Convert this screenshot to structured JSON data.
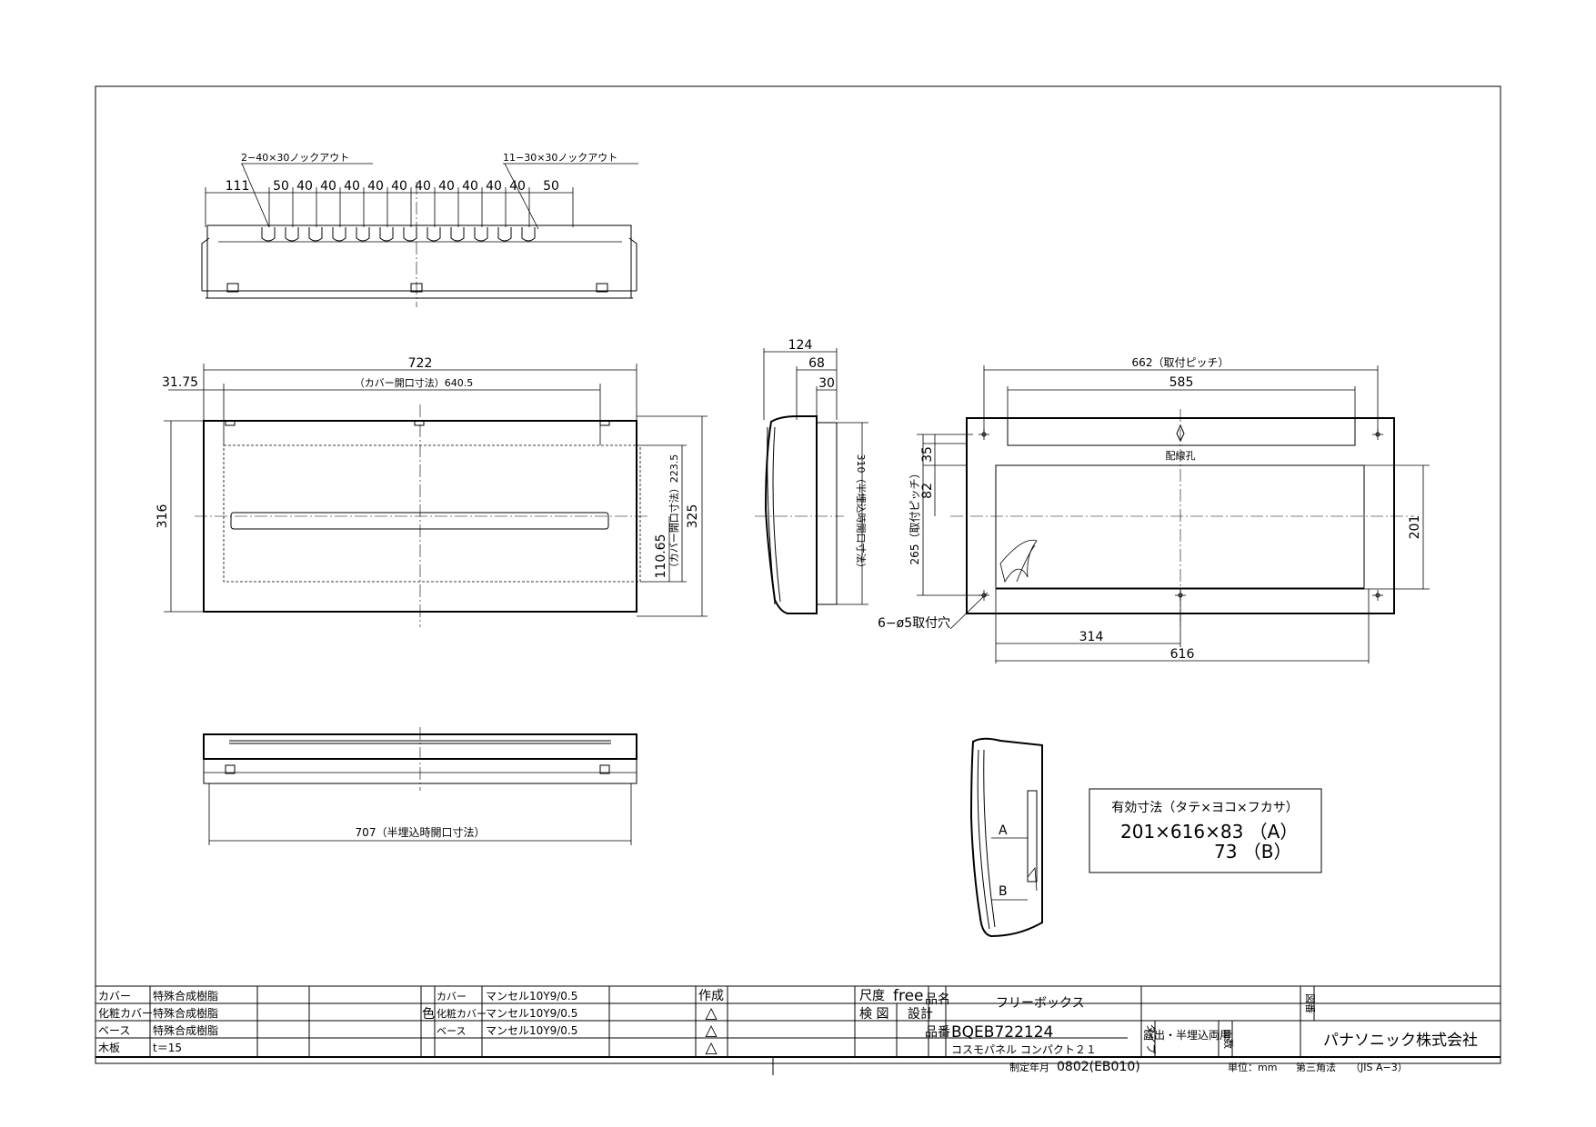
{
  "top_view": {
    "knockout_large": "2−40×30ノックアウト",
    "knockout_small": "11−30×30ノックアウト",
    "pitch_dims": [
      "111",
      "50",
      "40",
      "40",
      "40",
      "40",
      "40",
      "40",
      "40",
      "40",
      "40",
      "40",
      "50"
    ]
  },
  "front_view": {
    "width": "722",
    "cover_left": "31.75",
    "cover_opening": "（カバー開口寸法）640.5",
    "height_outer": "316",
    "opening_height": "（カバー開口寸法）223.5",
    "opening_offset": "110.65",
    "height_total": "325"
  },
  "side_view": {
    "depth_total": "124",
    "depth_a": "68",
    "depth_b": "30",
    "semi_flush_opening": "310（半埋込時開口寸法）"
  },
  "back_view": {
    "mount_pitch": "662（取付ピッチ）",
    "inner_width": "585",
    "wiring_hole": "配線孔",
    "dim_35": "35",
    "dim_82": "82",
    "mount_pitch_v": "265（取付ピッチ）",
    "dim_201": "201",
    "mount_holes": "6−ø5取付穴",
    "dim_314": "314",
    "dim_616": "616"
  },
  "bottom_view": {
    "semi_flush_width": "707（半埋込時開口寸法）"
  },
  "section": {
    "label_a": "A",
    "label_b": "B"
  },
  "effective": {
    "title": "有効寸法（タテ×ヨコ×フカサ）",
    "line1": "201×616×83 （A）",
    "line2": "73 （B）"
  },
  "title_block": {
    "materials": [
      {
        "part": "カバー",
        "material": "特殊合成樹脂"
      },
      {
        "part": "化粧カバー",
        "material": "特殊合成樹脂"
      },
      {
        "part": "ベース",
        "material": "特殊合成樹脂"
      },
      {
        "part": "木板",
        "material": "t＝15"
      }
    ],
    "color_label": "色",
    "colors": [
      {
        "part": "カバー",
        "value": "マンセル10Y9/0.5"
      },
      {
        "part": "化粧カバー",
        "value": "マンセル10Y9/0.5"
      },
      {
        "part": "ベース",
        "value": "マンセル10Y9/0.5"
      }
    ],
    "revision_header": "作成",
    "revision_marks": [
      "△",
      "△",
      "△"
    ],
    "scale_label": "尺度",
    "scale_value": "free",
    "check_label": "検 図",
    "design_label": "設計",
    "product_label": "品名",
    "product_name": "フリーボックス",
    "part_no_label": "品番",
    "part_no": "BQEB722124",
    "series": "コスモパネル コンパクト２１",
    "type_label": "タイプ",
    "type_value": "露出・半埋込両用",
    "face_label": "面数",
    "drawing_no_label": "図番",
    "drawing_no": "――",
    "company": "パナソニック株式会社",
    "date_label": "制定年月",
    "date_value": "0802(EB010)",
    "unit": "単位：mm",
    "projection": "第三角法",
    "standard": "（JIS A−3）"
  }
}
